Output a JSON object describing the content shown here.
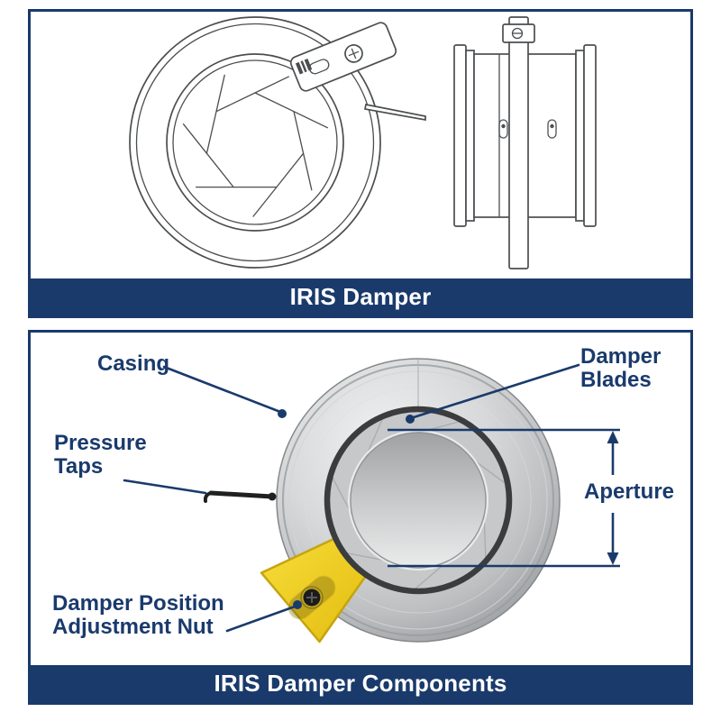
{
  "colors": {
    "navy": "#1a3a6c",
    "yellow": "#f2cf1c"
  },
  "panels": {
    "top": {
      "caption": "IRIS Damper"
    },
    "bottom": {
      "caption": "IRIS Damper Components",
      "labels": {
        "casing": [
          "Casing"
        ],
        "damper_blades": [
          "Damper",
          "Blades"
        ],
        "pressure_taps": [
          "Pressure",
          "Taps"
        ],
        "aperture": [
          "Aperture"
        ],
        "adjustment_nut": [
          "Damper Position",
          "Adjustment Nut"
        ]
      }
    }
  }
}
